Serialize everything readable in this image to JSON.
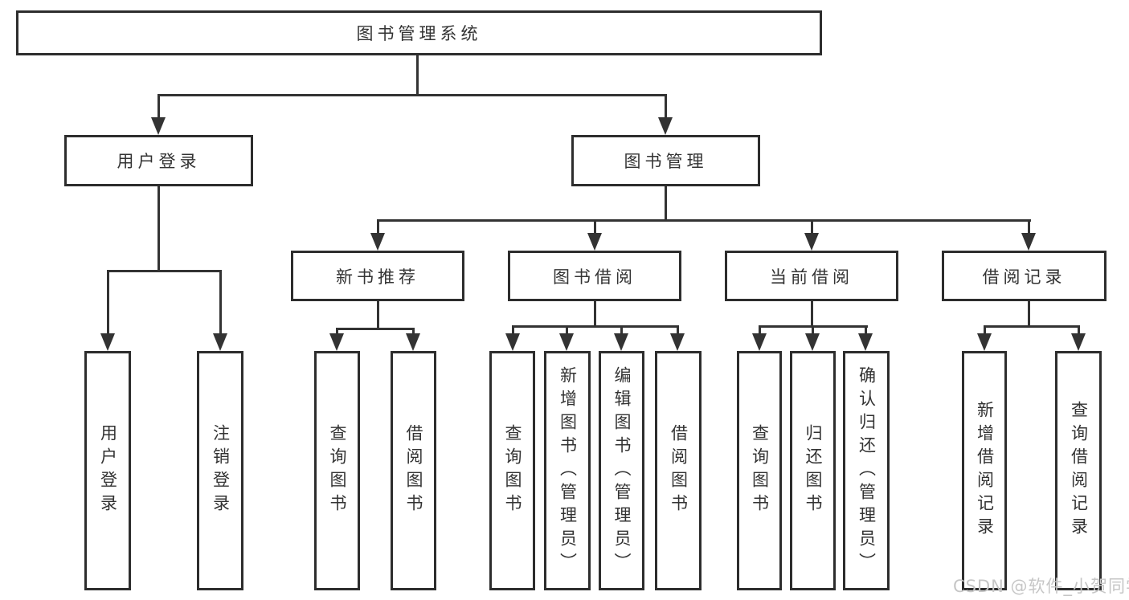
{
  "root": {
    "label": "图书管理系统"
  },
  "level2": [
    {
      "label": "用户登录"
    },
    {
      "label": "图书管理"
    }
  ],
  "level3": [
    {
      "label": "新书推荐"
    },
    {
      "label": "图书借阅"
    },
    {
      "label": "当前借阅"
    },
    {
      "label": "借阅记录"
    }
  ],
  "leaves": {
    "user_login": [
      {
        "label": "用户登录"
      },
      {
        "label": "注销登录"
      }
    ],
    "new_book": [
      {
        "label": "查询图书"
      },
      {
        "label": "借阅图书"
      }
    ],
    "book_borrow": [
      {
        "label": "查询图书"
      },
      {
        "label": "新增图书（管理员）"
      },
      {
        "label": "编辑图书（管理员）"
      },
      {
        "label": "借阅图书"
      }
    ],
    "current_borrow": [
      {
        "label": "查询图书"
      },
      {
        "label": "归还图书"
      },
      {
        "label": "确认归还（管理员）"
      }
    ],
    "borrow_record": [
      {
        "label": "新增借阅记录"
      },
      {
        "label": "查询借阅记录"
      }
    ]
  },
  "watermark": "CSDN @软件_小贺同学",
  "colors": {
    "line": "#333333",
    "border": "#2d2d2d",
    "text": "#333333",
    "watermark": "#c6c6c6",
    "background": "#ffffff"
  }
}
